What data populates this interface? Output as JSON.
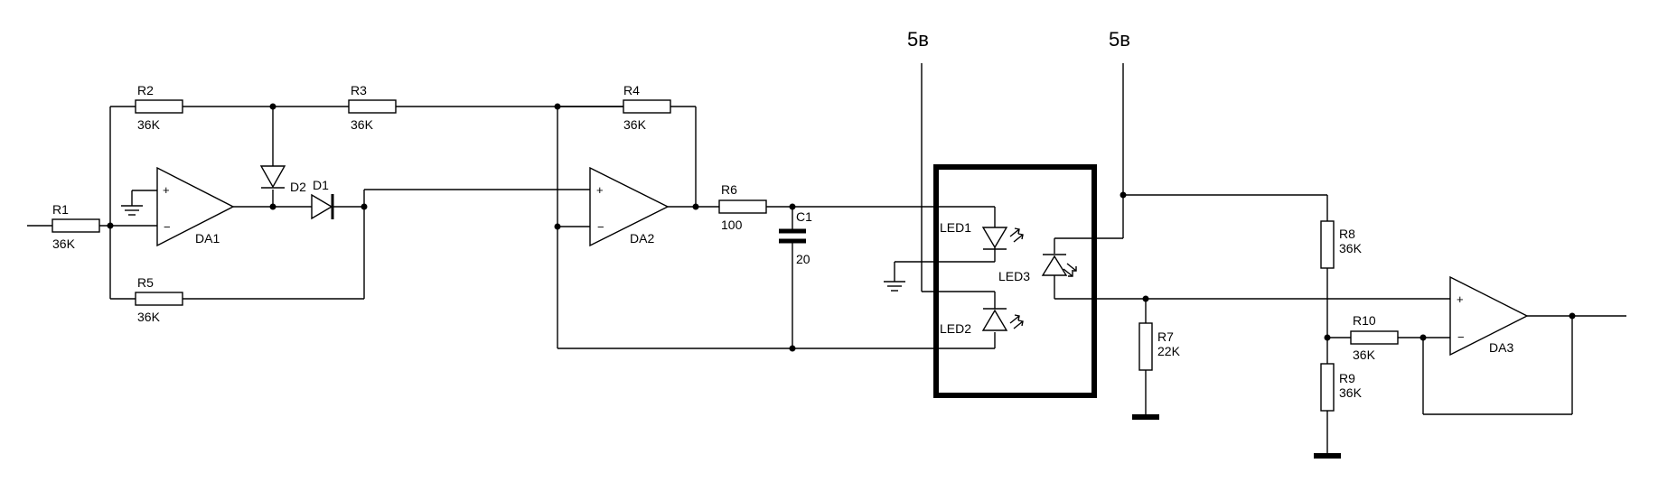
{
  "supply": {
    "left": "5в",
    "right": "5в"
  },
  "resistors": {
    "R1": {
      "name": "R1",
      "value": "36K"
    },
    "R2": {
      "name": "R2",
      "value": "36K"
    },
    "R3": {
      "name": "R3",
      "value": "36K"
    },
    "R4": {
      "name": "R4",
      "value": "36K"
    },
    "R5": {
      "name": "R5",
      "value": "36K"
    },
    "R6": {
      "name": "R6",
      "value": "100"
    },
    "R7": {
      "name": "R7",
      "value": "22K"
    },
    "R8": {
      "name": "R8",
      "value": "36K"
    },
    "R9": {
      "name": "R9",
      "value": "36K"
    },
    "R10": {
      "name": "R10",
      "value": "36K"
    }
  },
  "capacitor": {
    "name": "C1",
    "value": "20"
  },
  "diodes": {
    "D1": "D1",
    "D2": "D2"
  },
  "leds": {
    "LED1": "LED1",
    "LED2": "LED2",
    "LED3": "LED3"
  },
  "opamps": {
    "DA1": {
      "name": "DA1",
      "plus": "+",
      "minus": "−"
    },
    "DA2": {
      "name": "DA2",
      "plus": "+",
      "minus": "−"
    },
    "DA3": {
      "name": "DA3",
      "plus": "+",
      "minus": "−"
    }
  }
}
